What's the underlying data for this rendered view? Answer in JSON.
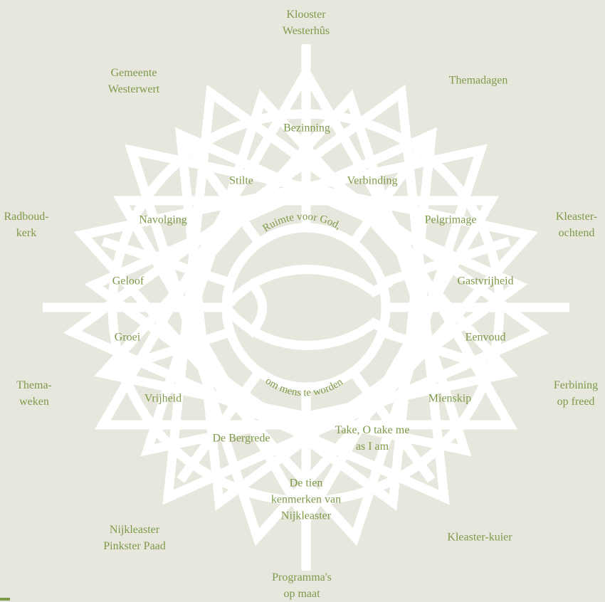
{
  "colors": {
    "background": "#e8e7dd",
    "lines": "#ffffff",
    "text": "#7d9a4a"
  },
  "motto": {
    "top": "Ruimte voor God,",
    "bottom": "om mens te worden"
  },
  "outer_labels": {
    "top": "Klooster\nWesterhûs",
    "top_left": "Gemeente\nWesterwert",
    "top_right": "Themadagen",
    "left_upper": "Radboud-\nkerk",
    "right_upper": "Kleaster-\nochtend",
    "left_lower": "Thema-\nweken",
    "right_lower": "Ferbining\nop freed",
    "bottom_left": "Nijkleaster\nPinkster Paad",
    "bottom_right": "Kleaster-kuier",
    "bottom": "Programma's\nop maat"
  },
  "inner_labels": {
    "bezinning": "Bezinning",
    "stilte": "Stilte",
    "verbinding": "Verbinding",
    "navolging": "Navolging",
    "pelgrimage": "Pelgrimage",
    "geloof": "Geloof",
    "gastvrijheid": "Gastvrijheid",
    "groei": "Groei",
    "eenvoud": "Eenvoud",
    "vrijheid": "Vrijheid",
    "mienskip": "Mienskip",
    "bergrede": "De Bergrede",
    "take_me": "Take, O take me\nas I am",
    "tien_kenmerken": "De tien\nkenmerken van\nNijkleaster"
  }
}
